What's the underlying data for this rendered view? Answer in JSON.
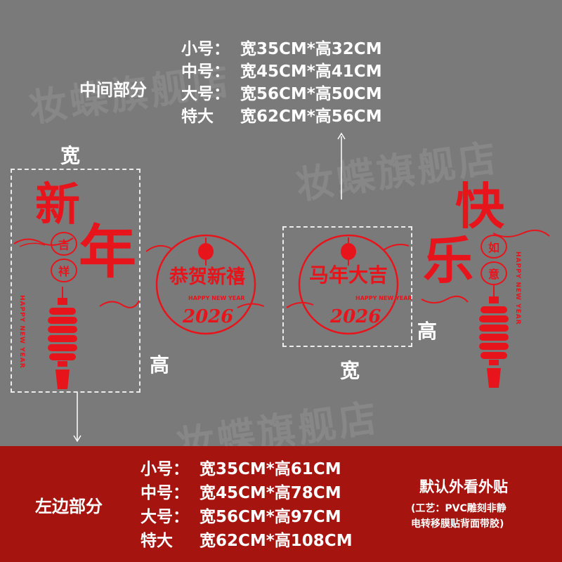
{
  "watermark": "妆蝶旗舰店",
  "middle_section": {
    "label": "中间部分",
    "sizes": [
      {
        "name": "小号：",
        "spec": "宽35CM*高32CM"
      },
      {
        "name": "中号：",
        "spec": "宽45CM*高41CM"
      },
      {
        "name": "大号：",
        "spec": "宽56CM*高50CM"
      },
      {
        "name": "特大",
        "spec": "宽62CM*高56CM"
      }
    ]
  },
  "left_section": {
    "label": "左边部分",
    "sizes": [
      {
        "name": "小号：",
        "spec": "宽35CM*高61CM"
      },
      {
        "name": "中号：",
        "spec": "宽45CM*高78CM"
      },
      {
        "name": "大号：",
        "spec": "宽56CM*高97CM"
      },
      {
        "name": "特大",
        "spec": "宽62CM*高108CM"
      }
    ]
  },
  "dimension_labels": {
    "left_width": "宽",
    "left_height": "高",
    "middle_width": "宽",
    "right_height": "高"
  },
  "decals": {
    "left_top": "新",
    "left_big": "年",
    "left_medallion": "吉祥",
    "left_english": "HAPPY NEW YEAR",
    "center_left_text": "恭贺新禧",
    "center_left_sub": "HAPPY NEW YEAR",
    "center_left_year": "2026",
    "center_right_text": "马年大吉",
    "center_right_sub": "HAPPY NEW YEAR",
    "center_right_year": "2026",
    "right_top": "快",
    "right_big": "乐",
    "right_medallion": "如意",
    "right_english": "HAPPY NEW YEAR"
  },
  "note": {
    "title": "默认外看外贴",
    "line1": "(工艺：PVC雕刻非静",
    "line2": "电转移膜贴背面带胶)"
  },
  "colors": {
    "background": "#7a7a7a",
    "decal_red": "#e8141c",
    "footer_red": "#a5140f"
  }
}
